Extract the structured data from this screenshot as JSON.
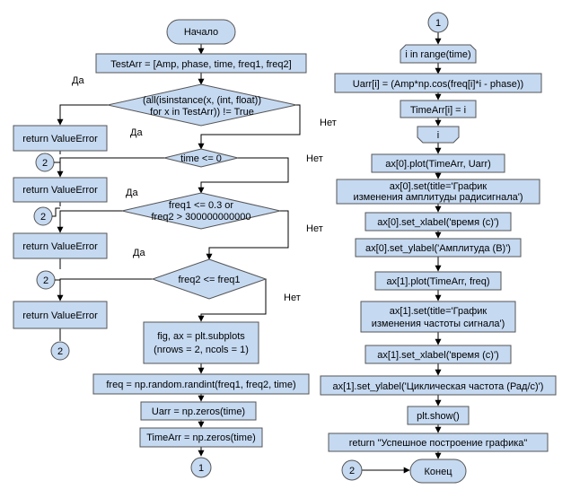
{
  "left": {
    "start": "Начало",
    "testarr": "TestArr = [Amp, phase, time, freq1, freq2]",
    "cond1_l1": "(all(isinstance(x, (int, float))",
    "cond1_l2": "for x in TestArr)) != True",
    "ret1": "return ValueError",
    "cond2": "time <= 0",
    "ret2": "return ValueError",
    "cond3_l1": "freq1 <= 0.3 or",
    "cond3_l2": "freq2 > 300000000000",
    "ret3": "return ValueError",
    "cond4": "freq2 <= freq1",
    "ret4": "return ValueError",
    "subplots_l1": "fig, ax = plt.subplots",
    "subplots_l2": "(nrows = 2, ncols = 1)",
    "freq": "freq = np.random.randint(freq1, freq2, time)",
    "uarr": "Uarr = np.zeros(time)",
    "timearr": "TimeArr = np.zeros(time)",
    "conn_bottom": "1",
    "conn_a": "2",
    "conn_b": "2",
    "conn_c": "2",
    "conn_d": "2"
  },
  "labels": {
    "yes1": "Да",
    "no1": "Нет",
    "yes2": "Да",
    "no2": "Нет",
    "yes3": "Да",
    "no3": "Нет",
    "yes4": "Да",
    "no4": "Нет"
  },
  "right": {
    "conn_top": "1",
    "loop_start": "i in range(time)",
    "uarr_i": "Uarr[i] = (Amp*np.cos(freq[i]*i - phase))",
    "timearr_i": "TimeArr[i] = i",
    "loop_end": "i",
    "plot0": "ax[0].plot(TimeArr, Uarr)",
    "set0_l1": "ax[0].set(title='График",
    "set0_l2": "изменения амплитуды радисигнала')",
    "xlabel0": "ax[0].set_xlabel('время (с)')",
    "ylabel0": "ax[0].set_ylabel('Амплитуда (В)')",
    "plot1": "ax[1].plot(TimeArr, freq)",
    "set1_l1": "ax[1].set(title='График",
    "set1_l2": "изменения частоты сигнала')",
    "xlabel1": "ax[1].set_xlabel('время (с)')",
    "ylabel1": "ax[1].set_ylabel('Циклическая частота (Рад/с)')",
    "show": "plt.show()",
    "ret_ok": "return \"Успешное построение графика\"",
    "conn_end": "2",
    "end": "Конец"
  }
}
